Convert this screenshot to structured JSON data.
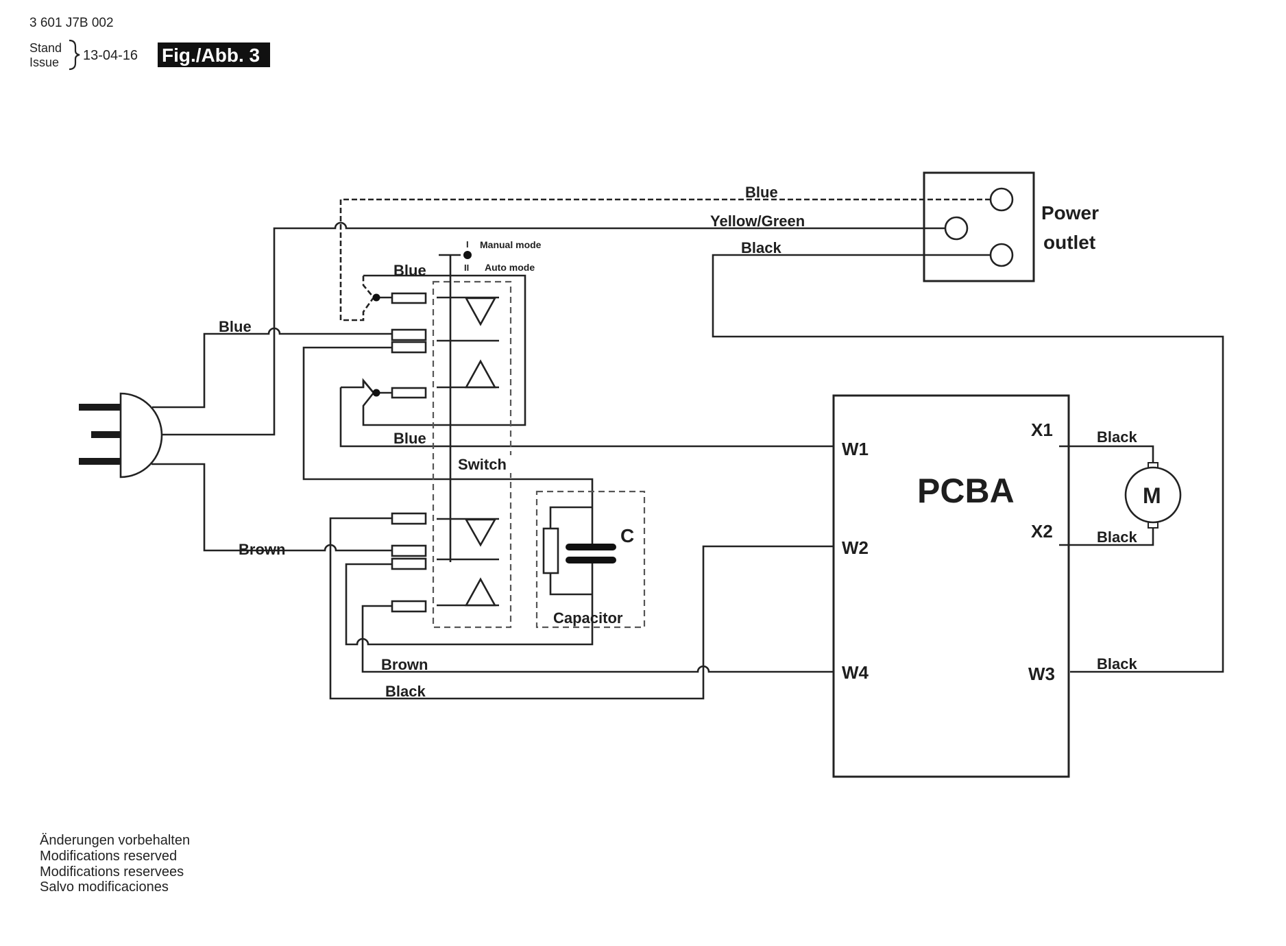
{
  "header": {
    "doc_number": "3 601 J7B 002",
    "stand_label": "Stand",
    "issue_label": "Issue",
    "date": "13-04-16",
    "figure_label": "Fig./Abb. 3"
  },
  "components": {
    "power_outlet": {
      "line1": "Power",
      "line2": "outlet"
    },
    "switch": {
      "label": "Switch",
      "position_1_symbol": "I",
      "position_1_label": "Manual mode",
      "position_2_symbol": "II",
      "position_2_label": "Auto mode"
    },
    "capacitor": {
      "symbol": "C",
      "label": "Capacitor"
    },
    "pcba": {
      "label": "PCBA",
      "terminals": {
        "w1": "W1",
        "w2": "W2",
        "w3": "W3",
        "w4": "W4",
        "x1": "X1",
        "x2": "X2"
      }
    },
    "motor": {
      "symbol": "M"
    }
  },
  "wires": {
    "outlet_blue": "Blue",
    "outlet_yellow_green": "Yellow/Green",
    "outlet_black": "Black",
    "plug_blue": "Blue",
    "plug_brown": "Brown",
    "switch_blue_top": "Blue",
    "switch_blue_w1": "Blue",
    "switch_brown_w4": "Brown",
    "switch_black_w2": "Black",
    "motor_x1": "Black",
    "motor_x2": "Black",
    "pcba_w3": "Black"
  },
  "footer": {
    "lines": [
      "Änderungen vorbehalten",
      "Modifications reserved",
      "Modifications reservees",
      "Salvo modificaciones"
    ]
  }
}
